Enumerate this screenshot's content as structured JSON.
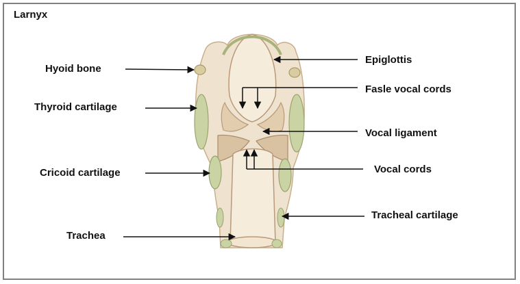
{
  "title": "Larnyx",
  "labels": {
    "hyoid_bone": "Hyoid bone",
    "thyroid_cartilage": "Thyroid cartilage",
    "cricoid_cartilage": "Cricoid cartilage",
    "trachea": "Trachea",
    "epiglottis": "Epiglottis",
    "false_vocal_cords": "Fasle vocal cords",
    "vocal_ligament": "Vocal ligament",
    "vocal_cords": "Vocal cords",
    "tracheal_cartilage": "Tracheal cartilage"
  },
  "colors": {
    "tissue": "#efe3cf",
    "tissue_dark": "#c9ae8a",
    "lumen": "#f6ecdc",
    "cartilage": "#c9d3a4",
    "arrow": "#111111",
    "border": "#808080"
  }
}
